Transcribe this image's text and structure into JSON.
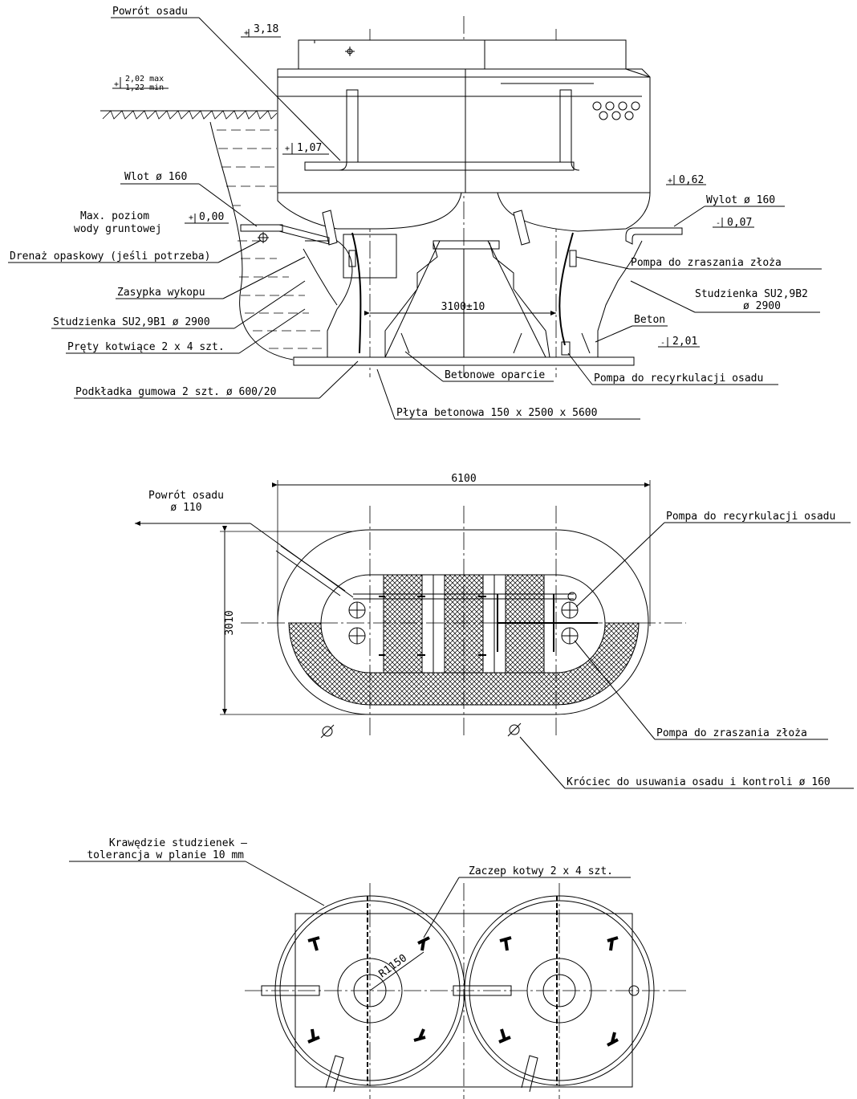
{
  "section": {
    "labels": {
      "powrot_osadu": "Powrót osadu",
      "wlot": "Wlot ø 160",
      "max_poziom_1": "Max. poziom",
      "max_poziom_2": "wody gruntowej",
      "drenaz": "Drenaż opaskowy (jeśli potrzeba)",
      "zasypka": "Zasypka wykopu",
      "studzienka_b1": "Studzienka SU2,9B1 ø 2900",
      "prety": "Pręty kotwiące 2 x 4 szt.",
      "podkladka": "Podkładka gumowa 2 szt. ø 600/20",
      "plyta": "Płyta betonowa 150 x 2500 x 5600",
      "betonowe_oparcie": "Betonowe oparcie",
      "pompa_recyrkulacji": "Pompa do recyrkulacji osadu",
      "beton": "Beton",
      "studzienka_b2_1": "Studzienka SU2,9B2",
      "studzienka_b2_2": "ø 2900",
      "pompa_zraszania": "Pompa do zraszania złoża",
      "wylot": "Wylot ø 160"
    },
    "levels": {
      "top": "3,18",
      "ground_max": "2,02 max",
      "ground_min": "1,22 min",
      "inlet": "1,07",
      "water": "0,00",
      "outlet_top": "0,62",
      "outlet_bottom": "0,07",
      "bottom": "2,01"
    },
    "dimension_spacing": "3100±10"
  },
  "plan": {
    "labels": {
      "powrot_osadu": "Powrót osadu",
      "powrot_dia": "ø 110",
      "pompa_recyrkulacji": "Pompa do recyrkulacji osadu",
      "pompa_zraszania": "Pompa do zraszania złoża",
      "krociec": "Króciec do usuwania osadu i kontroli ø 160"
    },
    "dim_width": "6100",
    "dim_height": "3010"
  },
  "foundation": {
    "labels": {
      "krawedzie_1": "Krawędzie studzienek –",
      "krawedzie_2": "tolerancja w planie 10 mm",
      "zaczep": "Zaczep kotwy 2 x 4 szt."
    },
    "radius": "R1150"
  }
}
